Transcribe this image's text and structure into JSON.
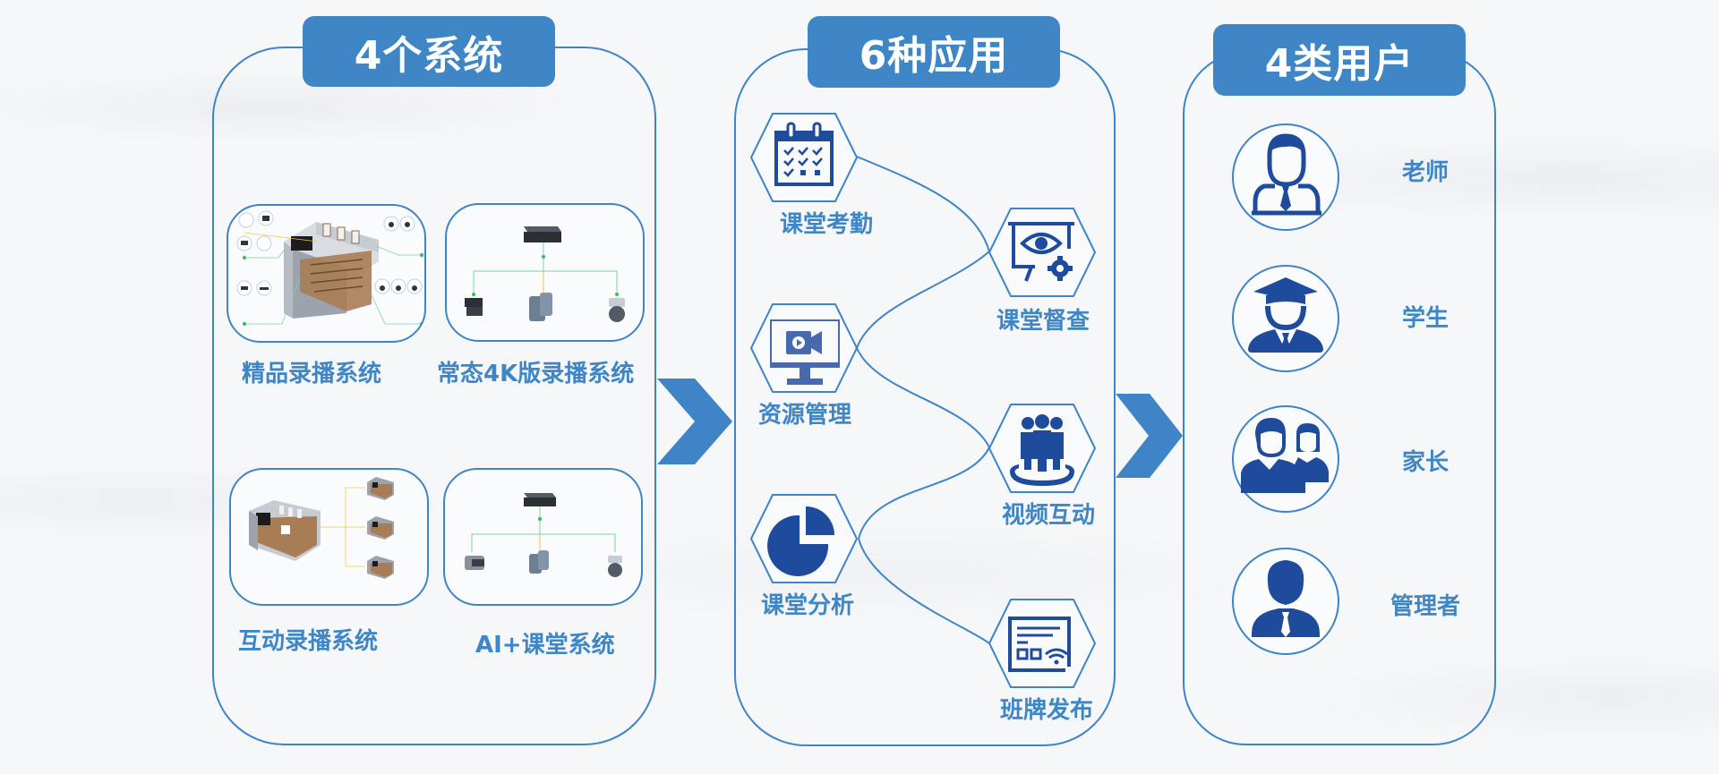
{
  "colors": {
    "primary": "#3f86c6",
    "icon": "#1e4b9b",
    "background": "#f6f7f9",
    "connector_green": "#6fd08c",
    "connector_yellow": "#f4c542"
  },
  "systems_panel": {
    "title": "4个系统",
    "items": [
      {
        "label": "精品录播系统",
        "illustration": "classroom-recording-diagram"
      },
      {
        "label": "常态4K版录播系统",
        "illustration": "device-topology-diagram"
      },
      {
        "label": "互动录播系统",
        "illustration": "interactive-classrooms-diagram"
      },
      {
        "label": "AI+课堂系统",
        "illustration": "ai-device-topology-diagram"
      }
    ]
  },
  "applications_panel": {
    "title": "6种应用",
    "items": [
      {
        "label": "课堂考勤",
        "icon": "calendar-check-icon"
      },
      {
        "label": "课堂督查",
        "icon": "presentation-eye-gear-icon"
      },
      {
        "label": "资源管理",
        "icon": "monitor-video-icon"
      },
      {
        "label": "视频互动",
        "icon": "group-people-icon"
      },
      {
        "label": "课堂分析",
        "icon": "pie-chart-icon"
      },
      {
        "label": "班牌发布",
        "icon": "signboard-wifi-icon"
      }
    ]
  },
  "users_panel": {
    "title": "4类用户",
    "items": [
      {
        "label": "老师",
        "icon": "teacher-icon"
      },
      {
        "label": "学生",
        "icon": "student-graduate-icon"
      },
      {
        "label": "家长",
        "icon": "parents-icon"
      },
      {
        "label": "管理者",
        "icon": "manager-icon"
      }
    ]
  }
}
